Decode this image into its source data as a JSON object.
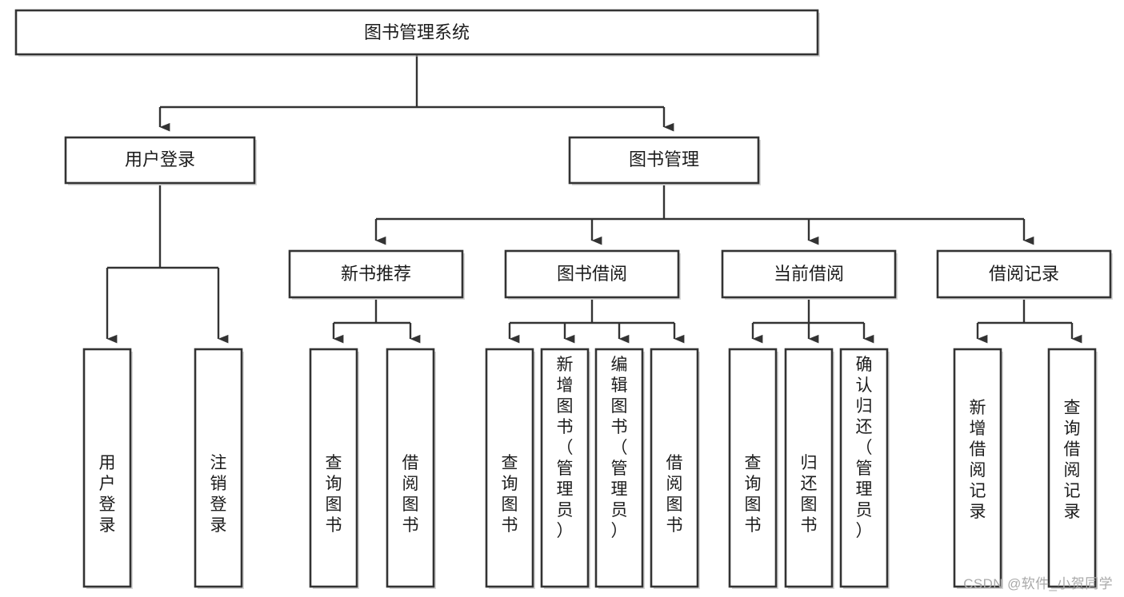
{
  "diagram": {
    "type": "tree-hierarchy-flowchart",
    "orientation": "top-down",
    "style": {
      "box_fill": "#ffffff",
      "box_stroke": "#333333",
      "connector_color": "#333333",
      "text_color": "#1c1c1c",
      "background": "#ffffff",
      "watermark_color": "#a9a9a9"
    },
    "root": {
      "id": "root",
      "label": "图书管理系统",
      "orientation": "horizontal"
    },
    "level2": [
      {
        "id": "user-login",
        "label": "用户登录",
        "orientation": "horizontal"
      },
      {
        "id": "book-management",
        "label": "图书管理",
        "orientation": "horizontal"
      }
    ],
    "level3": [
      {
        "id": "new-book-recommend",
        "label": "新书推荐",
        "orientation": "horizontal",
        "parent": "book-management"
      },
      {
        "id": "book-borrow",
        "label": "图书借阅",
        "orientation": "horizontal",
        "parent": "book-management"
      },
      {
        "id": "current-borrow",
        "label": "当前借阅",
        "orientation": "horizontal",
        "parent": "book-management"
      },
      {
        "id": "borrow-record",
        "label": "借阅记录",
        "orientation": "horizontal",
        "parent": "book-management"
      }
    ],
    "leaves": [
      {
        "id": "leaf-user-login",
        "label": "用户登录",
        "parent": "user-login",
        "orientation": "vertical"
      },
      {
        "id": "leaf-logout-login",
        "label": "注销登录",
        "parent": "user-login",
        "orientation": "vertical"
      },
      {
        "id": "leaf-query-book-1",
        "label": "查询图书",
        "parent": "new-book-recommend",
        "orientation": "vertical"
      },
      {
        "id": "leaf-borrow-book-1",
        "label": "借阅图书",
        "parent": "new-book-recommend",
        "orientation": "vertical"
      },
      {
        "id": "leaf-query-book-2",
        "label": "查询图书",
        "parent": "book-borrow",
        "orientation": "vertical"
      },
      {
        "id": "leaf-add-book-admin",
        "label": "新增图书（管理员）",
        "parent": "book-borrow",
        "orientation": "vertical"
      },
      {
        "id": "leaf-edit-book-admin",
        "label": "编辑图书（管理员）",
        "parent": "book-borrow",
        "orientation": "vertical"
      },
      {
        "id": "leaf-borrow-book-2",
        "label": "借阅图书",
        "parent": "book-borrow",
        "orientation": "vertical"
      },
      {
        "id": "leaf-query-book-3",
        "label": "查询图书",
        "parent": "current-borrow",
        "orientation": "vertical"
      },
      {
        "id": "leaf-return-book",
        "label": "归还图书",
        "parent": "current-borrow",
        "orientation": "vertical"
      },
      {
        "id": "leaf-confirm-return-admin",
        "label": "确认归还（管理员）",
        "parent": "current-borrow",
        "orientation": "vertical"
      },
      {
        "id": "leaf-add-borrow-record",
        "label": "新增借阅记录",
        "parent": "borrow-record",
        "orientation": "vertical"
      },
      {
        "id": "leaf-query-borrow-record",
        "label": "查询借阅记录",
        "parent": "borrow-record",
        "orientation": "vertical"
      }
    ]
  },
  "watermark": {
    "text": "CSDN @软件_小贺同学"
  }
}
